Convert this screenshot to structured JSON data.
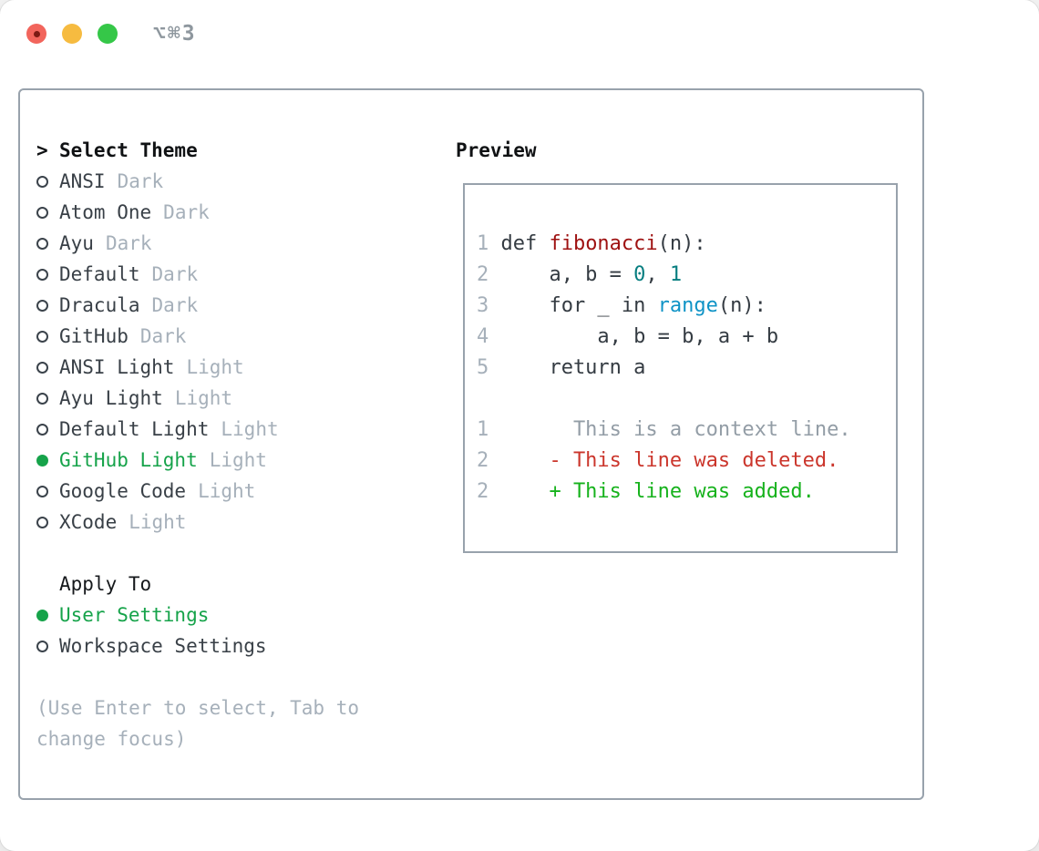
{
  "window": {
    "shortcut": "⌥⌘3"
  },
  "theme_picker": {
    "prompt": ">",
    "header": "Select Theme",
    "items": [
      {
        "name": "ANSI",
        "tag": "Dark",
        "selected": false
      },
      {
        "name": "Atom One",
        "tag": "Dark",
        "selected": false
      },
      {
        "name": "Ayu",
        "tag": "Dark",
        "selected": false
      },
      {
        "name": "Default",
        "tag": "Dark",
        "selected": false
      },
      {
        "name": "Dracula",
        "tag": "Dark",
        "selected": false
      },
      {
        "name": "GitHub",
        "tag": "Dark",
        "selected": false
      },
      {
        "name": "ANSI Light",
        "tag": "Light",
        "selected": false
      },
      {
        "name": "Ayu Light",
        "tag": "Light",
        "selected": false
      },
      {
        "name": "Default Light",
        "tag": "Light",
        "selected": false
      },
      {
        "name": "GitHub Light",
        "tag": "Light",
        "selected": true
      },
      {
        "name": "Google Code",
        "tag": "Light",
        "selected": false
      },
      {
        "name": "XCode",
        "tag": "Light",
        "selected": false
      }
    ],
    "apply_to": {
      "header": "Apply To",
      "options": [
        {
          "name": "User Settings",
          "selected": true
        },
        {
          "name": "Workspace Settings",
          "selected": false
        }
      ]
    },
    "hint": "(Use Enter to select, Tab to change focus)"
  },
  "preview": {
    "header": "Preview",
    "code_lines": [
      {
        "num": "1",
        "tokens": [
          {
            "text": "def ",
            "style": "plain"
          },
          {
            "text": "fibonacci",
            "style": "function"
          },
          {
            "text": "(n):",
            "style": "plain"
          }
        ]
      },
      {
        "num": "2",
        "tokens": [
          {
            "text": "    a, b = ",
            "style": "plain"
          },
          {
            "text": "0",
            "style": "number"
          },
          {
            "text": ", ",
            "style": "plain"
          },
          {
            "text": "1",
            "style": "number"
          }
        ]
      },
      {
        "num": "3",
        "tokens": [
          {
            "text": "    for _ in ",
            "style": "plain"
          },
          {
            "text": "range",
            "style": "builtin"
          },
          {
            "text": "(n):",
            "style": "plain"
          }
        ]
      },
      {
        "num": "4",
        "tokens": [
          {
            "text": "        a, b = b, a + b",
            "style": "plain"
          }
        ]
      },
      {
        "num": "5",
        "tokens": [
          {
            "text": "    return a",
            "style": "plain"
          }
        ]
      }
    ],
    "diff_lines": [
      {
        "num": "1",
        "kind": "context",
        "text": "      This is a context line."
      },
      {
        "num": "2",
        "kind": "deleted",
        "text": "    - This line was deleted."
      },
      {
        "num": "2",
        "kind": "added",
        "text": "    + This line was added."
      }
    ]
  },
  "colors": {
    "accent_green": "#16a34a",
    "added_green": "#16b21c",
    "deleted_red": "#cb362c",
    "context_gray": "#939da6",
    "muted_gray": "#a6b0ba",
    "border_gray": "#98a2ac",
    "code_dark": "#343b42",
    "fn_red": "#9e1111",
    "num_teal": "#077e80",
    "builtin_blue": "#0f93c6",
    "light_red": "#f2655c",
    "light_yellow": "#f6bb40",
    "light_green": "#35c748"
  }
}
